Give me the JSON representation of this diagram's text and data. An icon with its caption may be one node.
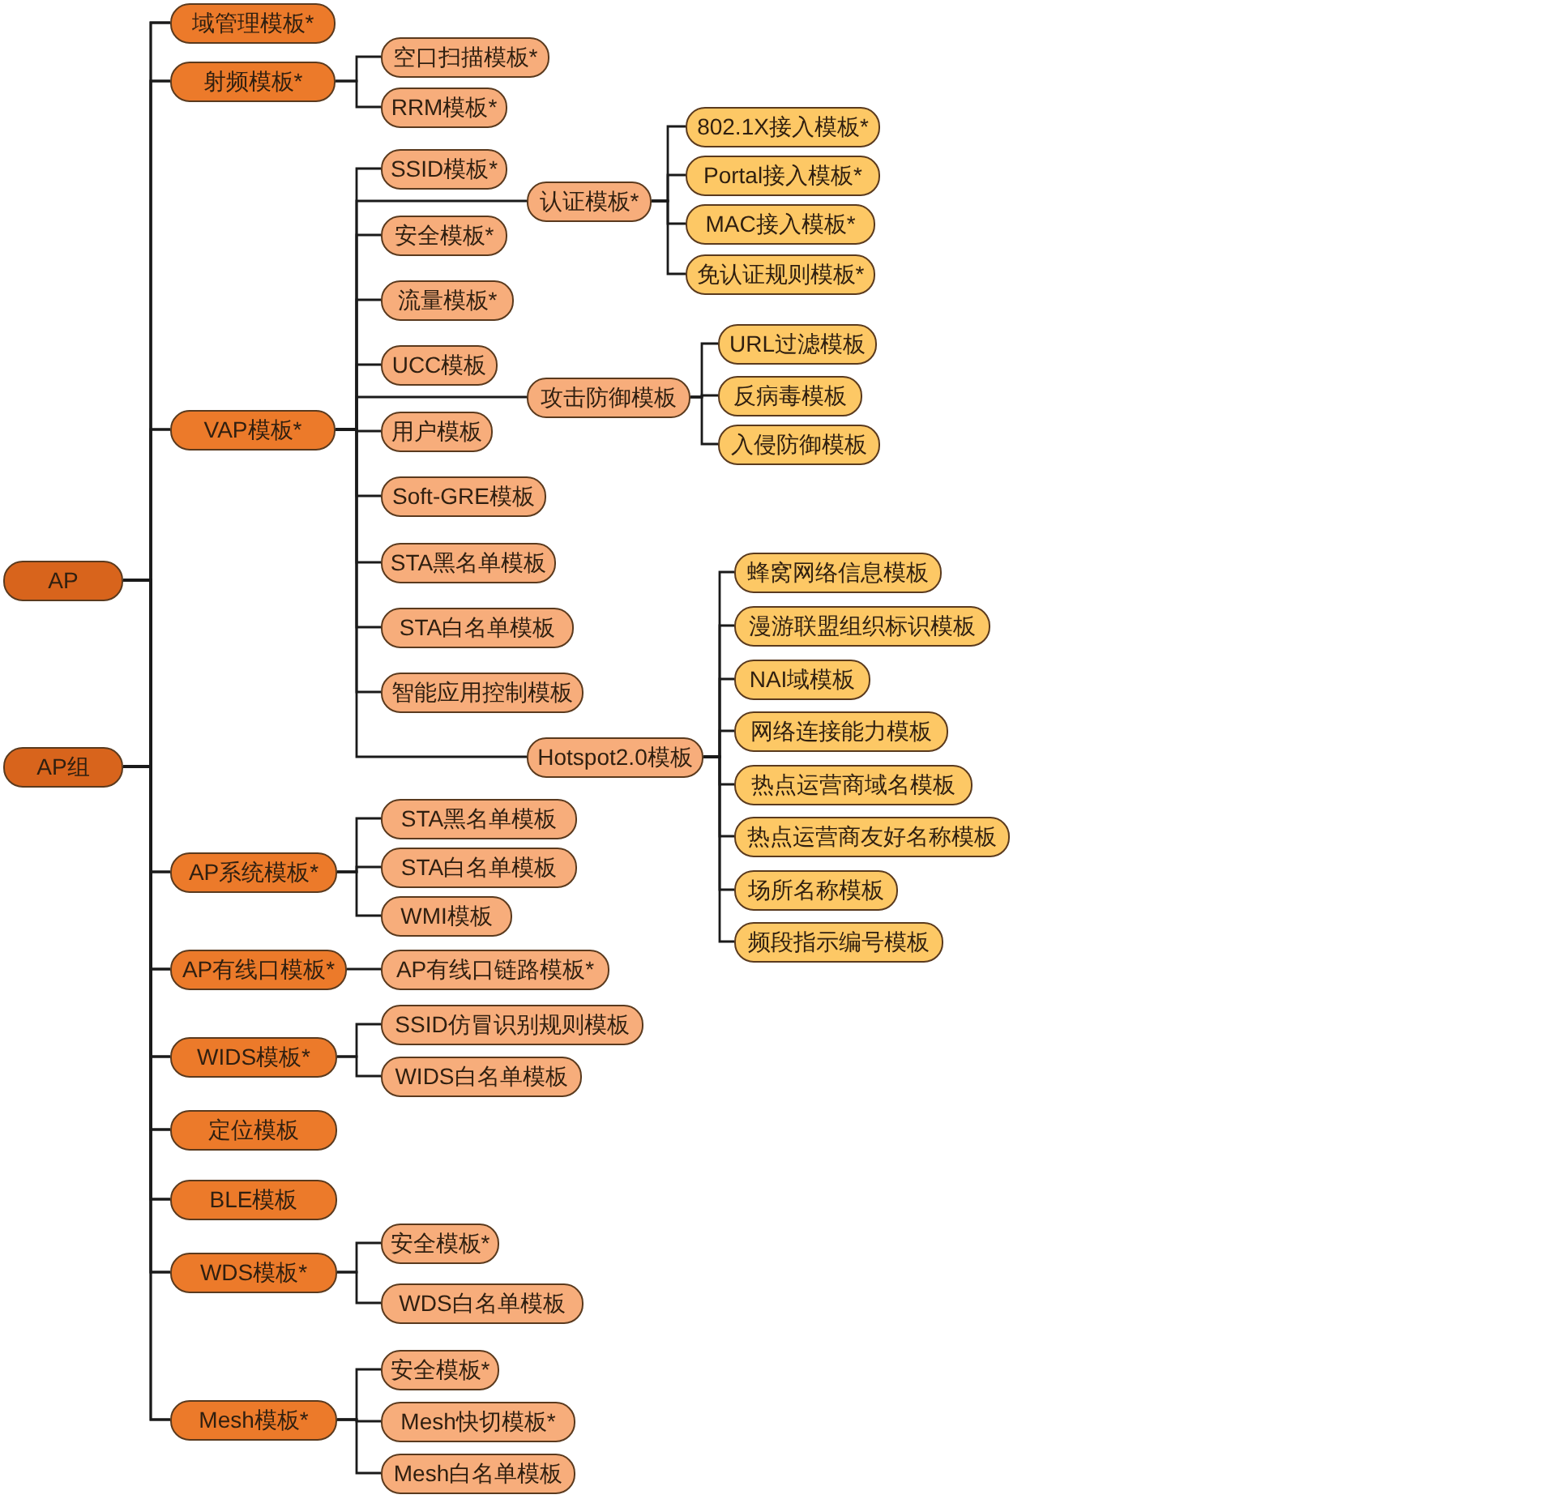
{
  "diagram": {
    "nodes": [
      {
        "text": [
          "AP"
        ]
      },
      {
        "text": [
          "AP组"
        ]
      },
      {
        "text": [
          "域管理模板*"
        ]
      },
      {
        "text": [
          "射频模板*"
        ]
      },
      {
        "text": [
          "空口扫描模板*"
        ]
      },
      {
        "text": [
          "RRM模板*"
        ]
      },
      {
        "text": [
          "VAP模板*"
        ]
      },
      {
        "text": [
          "SSID模板*"
        ]
      },
      {
        "text": [
          "认证模板*"
        ]
      },
      {
        "text": [
          "802.1X接入模板*"
        ]
      },
      {
        "text": [
          "Portal接入模板*"
        ]
      },
      {
        "text": [
          "MAC接入模板*"
        ]
      },
      {
        "text": [
          "免认证规则模板*"
        ]
      },
      {
        "text": [
          "安全模板*"
        ]
      },
      {
        "text": [
          "流量模板*"
        ]
      },
      {
        "text": [
          "UCC模板"
        ]
      },
      {
        "text": [
          "攻击防御模板"
        ]
      },
      {
        "text": [
          "URL过滤模板"
        ]
      },
      {
        "text": [
          "反病毒模板"
        ]
      },
      {
        "text": [
          "入侵防御模板"
        ]
      },
      {
        "text": [
          "用户模板"
        ]
      },
      {
        "text": [
          "Soft-GRE模板"
        ]
      },
      {
        "text": [
          "STA黑名单模板"
        ]
      },
      {
        "text": [
          "STA白名单模板"
        ]
      },
      {
        "text": [
          "智能应用控制模板"
        ]
      },
      {
        "text": [
          "Hotspot2.0模板"
        ]
      },
      {
        "text": [
          "蜂窝网络信息模板"
        ]
      },
      {
        "text": [
          "漫游联盟组织标识模板"
        ]
      },
      {
        "text": [
          "NAI域模板"
        ]
      },
      {
        "text": [
          "网络连接能力模板"
        ]
      },
      {
        "text": [
          "热点运营商域名模板"
        ]
      },
      {
        "text": [
          "热点运营商友好名称模板"
        ]
      },
      {
        "text": [
          "场所名称模板"
        ]
      },
      {
        "text": [
          "频段指示编号模板"
        ]
      },
      {
        "text": [
          "AP系统模板*"
        ]
      },
      {
        "text": [
          "STA黑名单模板"
        ]
      },
      {
        "text": [
          "STA白名单模板"
        ]
      },
      {
        "text": [
          "WMI模板"
        ]
      },
      {
        "text": [
          "AP有线口模板*"
        ]
      },
      {
        "text": [
          "AP有线口链路模板*"
        ]
      },
      {
        "text": [
          "WIDS模板*"
        ]
      },
      {
        "text": [
          "SSID仿冒识别规则模板"
        ]
      },
      {
        "text": [
          "WIDS白名单模板"
        ]
      },
      {
        "text": [
          "定位模板"
        ]
      },
      {
        "text": [
          "BLE模板"
        ]
      },
      {
        "text": [
          "WDS模板*"
        ]
      },
      {
        "text": [
          "安全模板*"
        ]
      },
      {
        "text": [
          "WDS白名单模板"
        ]
      },
      {
        "text": [
          "Mesh模板*"
        ]
      },
      {
        "text": [
          "安全模板*"
        ]
      },
      {
        "text": [
          "Mesh快切模板*"
        ]
      },
      {
        "text": [
          "Mesh白名单模板"
        ]
      }
    ],
    "edges": [
      {
        "from": 0,
        "to": 2,
        "arrow": "none"
      },
      {
        "from": 0,
        "to": 3,
        "arrow": "none"
      },
      {
        "from": 0,
        "to": 6,
        "arrow": "none"
      },
      {
        "from": 0,
        "to": 34,
        "arrow": "none"
      },
      {
        "from": 0,
        "to": 38,
        "arrow": "none"
      },
      {
        "from": 0,
        "to": 40,
        "arrow": "none"
      },
      {
        "from": 0,
        "to": 43,
        "arrow": "none"
      },
      {
        "from": 0,
        "to": 44,
        "arrow": "none"
      },
      {
        "from": 0,
        "to": 45,
        "arrow": "none"
      },
      {
        "from": 0,
        "to": 48,
        "arrow": "none"
      },
      {
        "from": 1,
        "to": 2,
        "arrow": "none"
      },
      {
        "from": 1,
        "to": 3,
        "arrow": "none"
      },
      {
        "from": 1,
        "to": 6,
        "arrow": "none"
      },
      {
        "from": 1,
        "to": 34,
        "arrow": "none"
      },
      {
        "from": 1,
        "to": 38,
        "arrow": "none"
      },
      {
        "from": 1,
        "to": 40,
        "arrow": "none"
      },
      {
        "from": 1,
        "to": 43,
        "arrow": "none"
      },
      {
        "from": 1,
        "to": 44,
        "arrow": "none"
      },
      {
        "from": 1,
        "to": 45,
        "arrow": "none"
      },
      {
        "from": 1,
        "to": 48,
        "arrow": "none"
      },
      {
        "from": 3,
        "to": 4,
        "arrow": "none"
      },
      {
        "from": 3,
        "to": 5,
        "arrow": "none"
      },
      {
        "from": 6,
        "to": 7,
        "arrow": "none"
      },
      {
        "from": 6,
        "to": 8,
        "arrow": "none"
      },
      {
        "from": 6,
        "to": 13,
        "arrow": "none"
      },
      {
        "from": 6,
        "to": 14,
        "arrow": "none"
      },
      {
        "from": 6,
        "to": 15,
        "arrow": "none"
      },
      {
        "from": 6,
        "to": 16,
        "arrow": "none"
      },
      {
        "from": 6,
        "to": 20,
        "arrow": "none"
      },
      {
        "from": 6,
        "to": 21,
        "arrow": "none"
      },
      {
        "from": 6,
        "to": 22,
        "arrow": "none"
      },
      {
        "from": 6,
        "to": 23,
        "arrow": "none"
      },
      {
        "from": 6,
        "to": 24,
        "arrow": "none"
      },
      {
        "from": 6,
        "to": 25,
        "arrow": "none"
      },
      {
        "from": 8,
        "to": 9,
        "arrow": "none"
      },
      {
        "from": 8,
        "to": 10,
        "arrow": "none"
      },
      {
        "from": 8,
        "to": 11,
        "arrow": "none"
      },
      {
        "from": 8,
        "to": 12,
        "arrow": "none"
      },
      {
        "from": 16,
        "to": 17,
        "arrow": "none"
      },
      {
        "from": 16,
        "to": 18,
        "arrow": "none"
      },
      {
        "from": 16,
        "to": 19,
        "arrow": "none"
      },
      {
        "from": 25,
        "to": 26,
        "arrow": "none"
      },
      {
        "from": 25,
        "to": 27,
        "arrow": "none"
      },
      {
        "from": 25,
        "to": 28,
        "arrow": "none"
      },
      {
        "from": 25,
        "to": 29,
        "arrow": "none"
      },
      {
        "from": 25,
        "to": 30,
        "arrow": "none"
      },
      {
        "from": 25,
        "to": 31,
        "arrow": "none"
      },
      {
        "from": 25,
        "to": 32,
        "arrow": "none"
      },
      {
        "from": 25,
        "to": 33,
        "arrow": "none"
      },
      {
        "from": 34,
        "to": 35,
        "arrow": "none"
      },
      {
        "from": 34,
        "to": 36,
        "arrow": "none"
      },
      {
        "from": 34,
        "to": 37,
        "arrow": "none"
      },
      {
        "from": 38,
        "to": 39,
        "arrow": "none"
      },
      {
        "from": 40,
        "to": 41,
        "arrow": "none"
      },
      {
        "from": 40,
        "to": 42,
        "arrow": "none"
      },
      {
        "from": 45,
        "to": 46,
        "arrow": "none"
      },
      {
        "from": 45,
        "to": 47,
        "arrow": "none"
      },
      {
        "from": 48,
        "to": 49,
        "arrow": "none"
      },
      {
        "from": 48,
        "to": 50,
        "arrow": "none"
      },
      {
        "from": 48,
        "to": 51,
        "arrow": "none"
      }
    ]
  }
}
